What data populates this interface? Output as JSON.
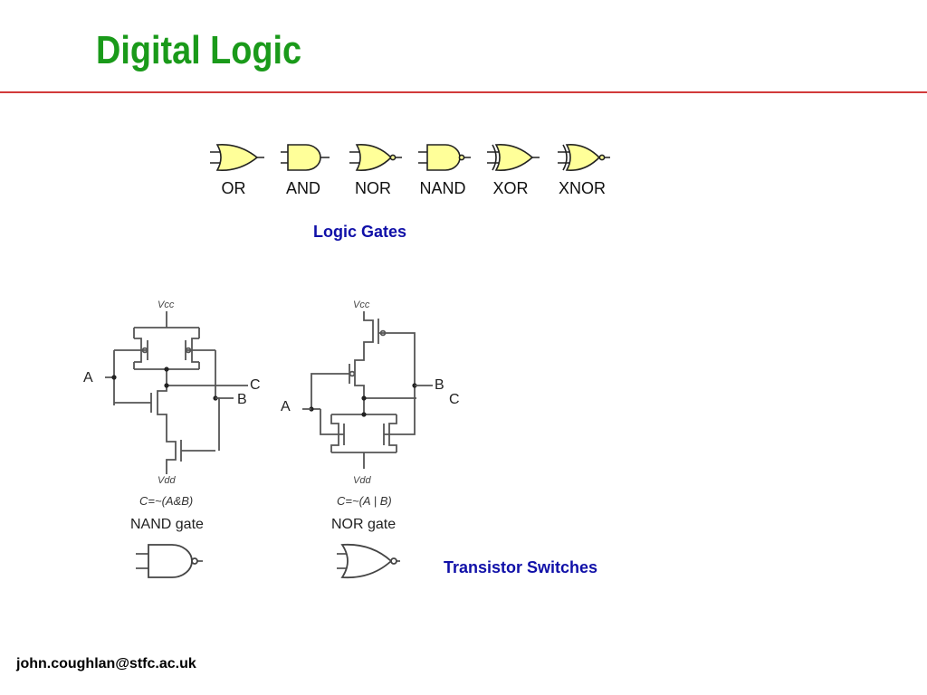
{
  "slide": {
    "title": "Digital Logic",
    "footer": "john.coughlan@stfc.ac.uk"
  },
  "gates": {
    "labels": [
      "OR",
      "AND",
      "NOR",
      "NAND",
      "XOR",
      "XNOR"
    ],
    "caption": "Logic Gates",
    "fill_color": "#ffff99"
  },
  "switches": {
    "caption": "Transistor Switches",
    "nand": {
      "vcc": "Vcc",
      "vdd": "Vdd",
      "in_a": "A",
      "in_b": "B",
      "out_c": "C",
      "expression": "C=~(A&B)",
      "name": "NAND gate"
    },
    "nor": {
      "vcc": "Vcc",
      "vdd": "Vdd",
      "in_a": "A",
      "in_b": "B",
      "out_c": "C",
      "expression": "C=~(A | B)",
      "name": "NOR gate"
    }
  },
  "colors": {
    "title": "#1a9a1a",
    "rule": "#d23a3a",
    "caption": "#1010a8"
  }
}
